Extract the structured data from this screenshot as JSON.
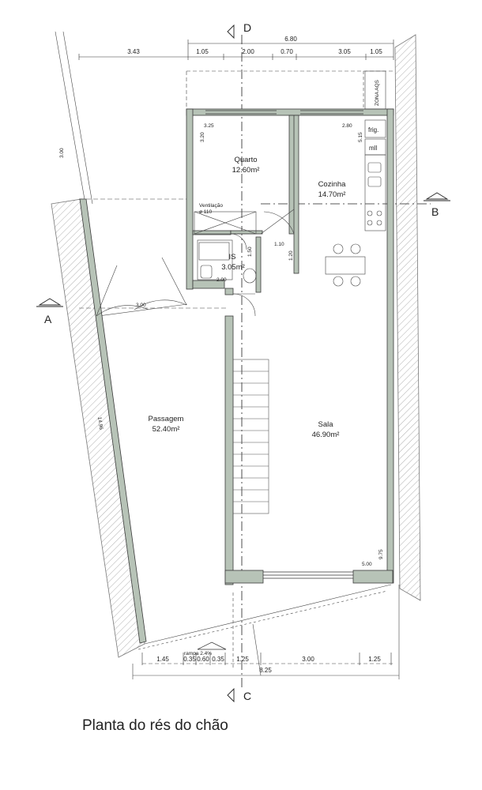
{
  "caption": "Planta do rés do chão",
  "rooms": {
    "quarto": {
      "name": "Quarto",
      "area": "12.60m²"
    },
    "cozinha": {
      "name": "Cozinha",
      "area": "14.70m²"
    },
    "is": {
      "name": "IS",
      "area": "3.05m²"
    },
    "sala": {
      "name": "Sala",
      "area": "46.90m²"
    },
    "passagem": {
      "name": "Passagem",
      "area": "52.40m²"
    }
  },
  "labels": {
    "ventilacao": "Ventilação",
    "ventilacao_dia": "ø 110",
    "frig": "frig.",
    "mll": "mll",
    "zona_aqs": "ZONA AQS",
    "rampa": "rampa 2.4%"
  },
  "sections": {
    "a": "A",
    "b": "B",
    "c": "C",
    "d": "D"
  },
  "dims_top": {
    "total": "6.80",
    "d1": "3.43",
    "d2": "1.05",
    "d3": "2.00",
    "d4": "0.70",
    "d5": "3.05",
    "d6": "1.05"
  },
  "dims_bottom": {
    "d1": "1.45",
    "d2": "0.35",
    "d3": "0.60",
    "d4": "0.35",
    "d5": "1.25",
    "d6": "3.00",
    "d7": "1.25",
    "total": "8.25"
  },
  "dims_inner": {
    "quarto_w": "3.25",
    "quarto_h": "3.20",
    "cozinha_w": "2.80",
    "cozinha_h": "5.15",
    "is_a": "1.50",
    "is_b": "2.00",
    "door_a": "1.10",
    "door_b": "1.20",
    "passagem_w": "3.00",
    "left_top": "3.00",
    "left_long": "14.96",
    "sala_w": "5.00",
    "sala_h": "9.75"
  }
}
